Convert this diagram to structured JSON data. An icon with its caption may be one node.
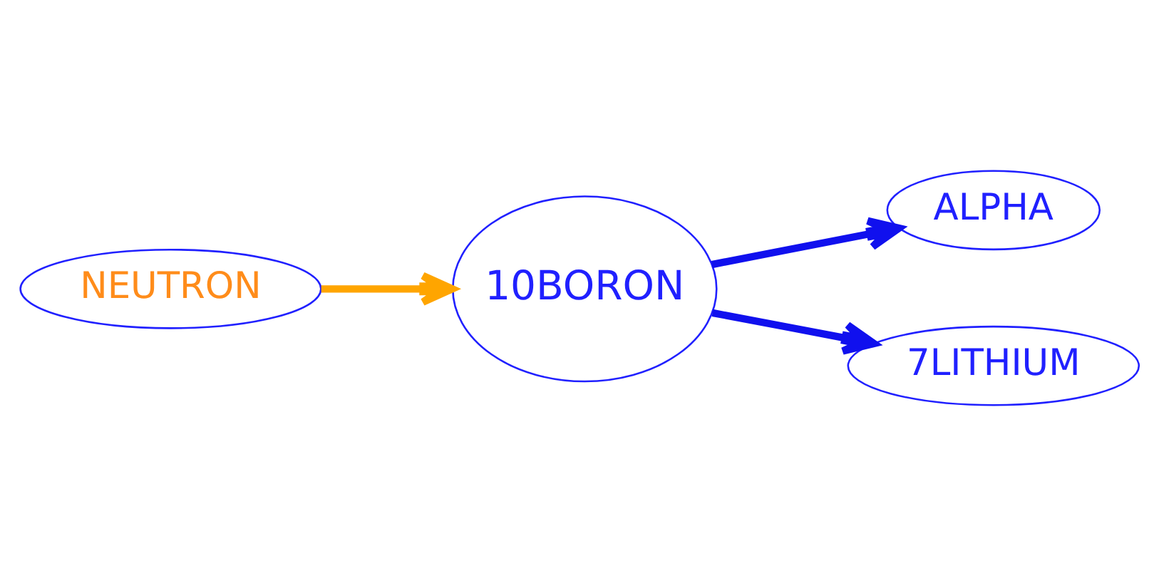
{
  "diagram": {
    "nodes": [
      {
        "text": [
          "NEUTRON"
        ]
      },
      {
        "text": [
          "10BORON"
        ]
      },
      {
        "text": [
          "ALPHA"
        ]
      },
      {
        "text": [
          "7LITHIUM"
        ]
      }
    ],
    "edges": [
      {
        "from": 0,
        "to": 1,
        "arrow": "to",
        "color": "#ffa500"
      },
      {
        "from": 1,
        "to": 2,
        "arrow": "to"
      },
      {
        "from": 1,
        "to": 3,
        "arrow": "to"
      }
    ]
  }
}
